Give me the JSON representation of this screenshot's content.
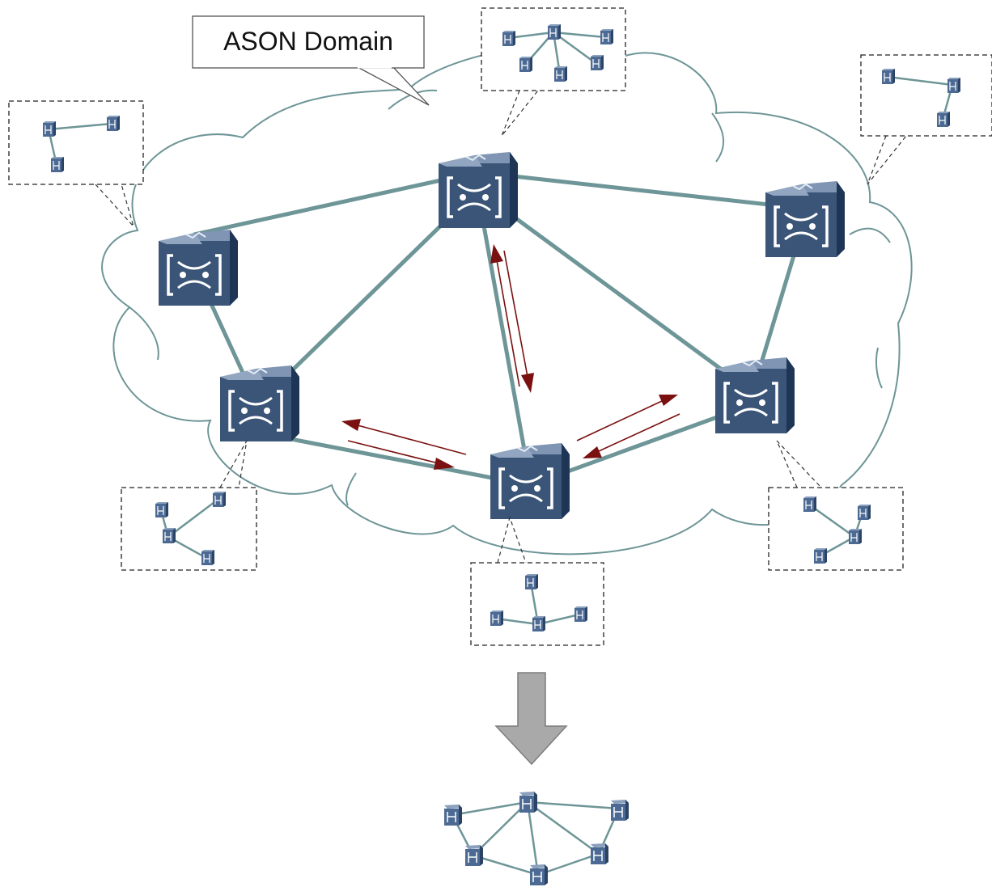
{
  "domain_label": "ASON Domain",
  "colors": {
    "cloud_outline": "#6e9597",
    "link": "#6e9597",
    "device_front": "#3a5578",
    "device_side": "#1f3556",
    "device_top": "#7f95b3",
    "traffic_arrow": "#7a1010",
    "merge_arrow": "#a9a9a9"
  },
  "icons": {
    "ason_node": "optical-cross-connect-icon",
    "subnet_node": "network-element-icon",
    "merge_arrow": "down-arrow-icon"
  },
  "ason_nodes": [
    "ne-1",
    "ne-2",
    "ne-3",
    "ne-4",
    "ne-5",
    "ne-6"
  ],
  "ason_links": [
    [
      "ne-1",
      "ne-2"
    ],
    [
      "ne-2",
      "ne-3"
    ],
    [
      "ne-1",
      "ne-4"
    ],
    [
      "ne-2",
      "ne-4"
    ],
    [
      "ne-2",
      "ne-5"
    ],
    [
      "ne-2",
      "ne-6"
    ],
    [
      "ne-3",
      "ne-6"
    ],
    [
      "ne-4",
      "ne-5"
    ],
    [
      "ne-5",
      "ne-6"
    ]
  ],
  "subnetworks": 6,
  "merged_topology_nodes": 6
}
